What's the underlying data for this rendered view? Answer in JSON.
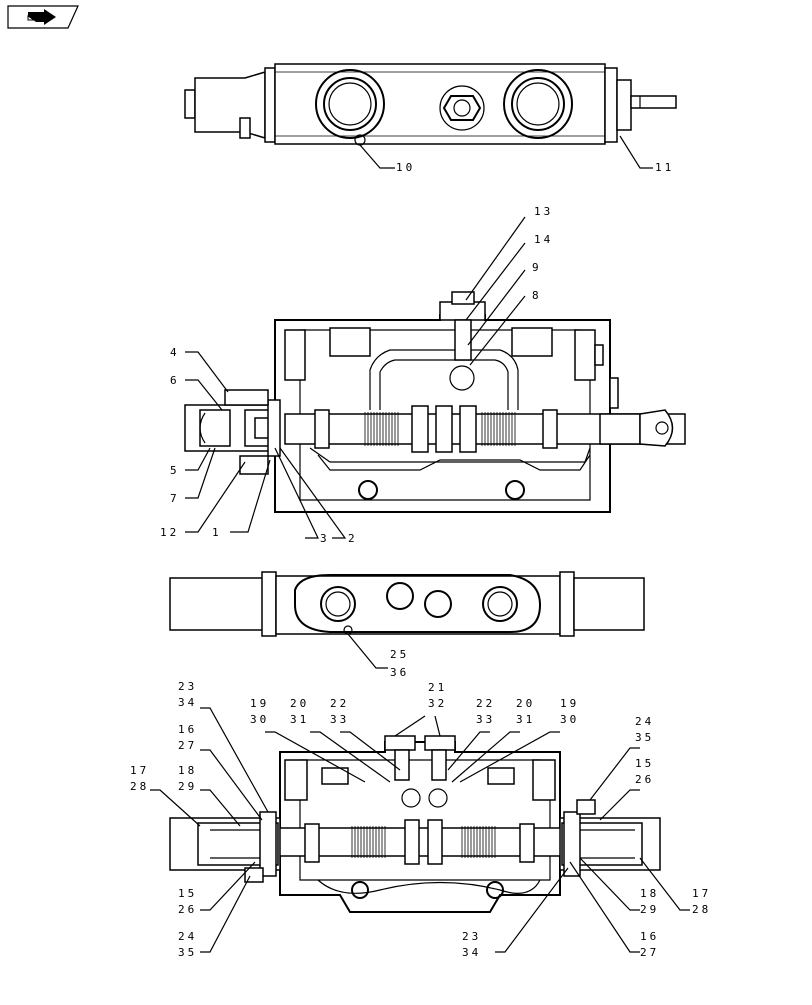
{
  "nav_icon": "forward-arrow-icon",
  "views": {
    "top_view": {
      "callouts": [
        "10",
        "11"
      ]
    },
    "section_a": {
      "callouts": [
        "13",
        "14",
        "9",
        "8",
        "4",
        "6",
        "5",
        "7",
        "12",
        "1",
        "3",
        "2"
      ]
    },
    "bottom_view": {
      "callouts": [
        "25",
        "36"
      ]
    },
    "section_b": {
      "callouts": [
        "23",
        "34",
        "16",
        "27",
        "17",
        "28",
        "18",
        "29",
        "19",
        "30",
        "20",
        "31",
        "22",
        "33",
        "21",
        "32",
        "22",
        "33",
        "20",
        "31",
        "19",
        "30",
        "24",
        "35",
        "15",
        "26",
        "15",
        "26",
        "24",
        "35",
        "18",
        "29",
        "17",
        "28",
        "23",
        "34",
        "16",
        "27"
      ]
    }
  }
}
